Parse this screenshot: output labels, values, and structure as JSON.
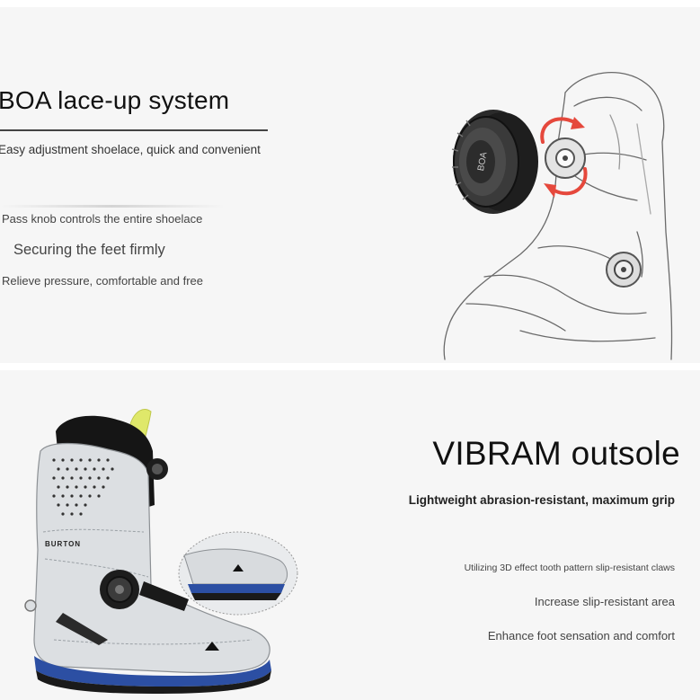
{
  "boa_section": {
    "title": "BOA lace-up system",
    "subtitle": "Easy adjustment shoelace, quick and convenient",
    "features": [
      "Pass knob controls the entire shoelace",
      "Securing the feet firmly",
      "Relieve pressure, comfortable and free"
    ],
    "knob_label": "BOA"
  },
  "vibram_section": {
    "title": "VIBRAM outsole",
    "subtitle": "Lightweight abrasion-resistant, maximum grip",
    "features": [
      "Utilizing 3D effect tooth pattern slip-resistant claws",
      "Increase slip-resistant area",
      "Enhance foot sensation and comfort"
    ],
    "boot_brand": "BURTON"
  },
  "colors": {
    "background": "#f6f6f6",
    "arrow_red": "#e5483c",
    "boot_grey": "#dcdfe2",
    "accent_yellow": "#dfe86a",
    "sole_blue": "#2c4fa3"
  }
}
